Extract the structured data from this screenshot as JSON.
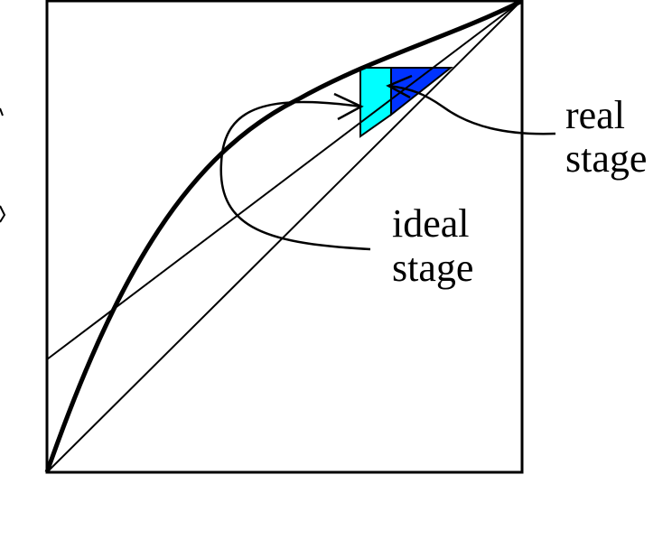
{
  "labels": {
    "real_line1": "real",
    "real_line2": "stage",
    "ideal_line1": "ideal",
    "ideal_line2": "stage"
  },
  "colors": {
    "ideal_stage_fill": "#00ffff",
    "real_stage_fill": "#0033ff",
    "stroke": "#000000",
    "background": "#ffffff"
  }
}
